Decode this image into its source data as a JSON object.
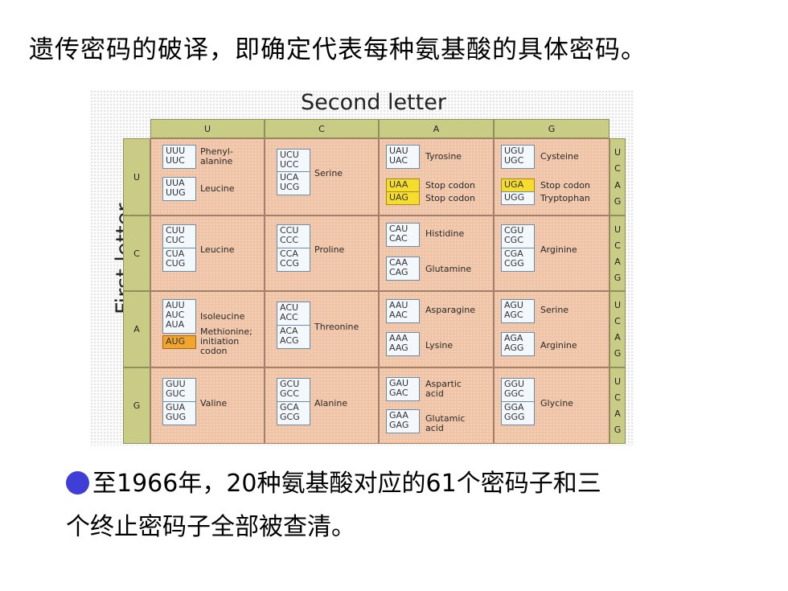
{
  "heading": "遗传密码的破译，即确定代表每种氨基酸的具体密码。",
  "table": {
    "second_letter_label": "Second letter",
    "first_letter_label": "First letter",
    "columns": [
      "U",
      "C",
      "A",
      "G"
    ],
    "rows": [
      "U",
      "C",
      "A",
      "G"
    ],
    "third": [
      "U",
      "C",
      "A",
      "G"
    ],
    "cells": {
      "uu": {
        "codons1": [
          "UUU",
          "UUC"
        ],
        "aa1": [
          "Phenyl-",
          "alanine"
        ],
        "codons2": [
          "UUA",
          "UUG"
        ],
        "aa2": [
          "Leucine"
        ]
      },
      "uc": {
        "codons1": [
          "UCU",
          "UCC"
        ],
        "codons2": [
          "UCA",
          "UCG"
        ],
        "aa": [
          "Serine"
        ]
      },
      "ua": {
        "codons1": [
          "UAU",
          "UAC"
        ],
        "aa1": [
          "Tyrosine"
        ],
        "stop1": "UAA",
        "aa_stop1": "Stop codon",
        "stop2": "UAG",
        "aa_stop2": "Stop codon"
      },
      "ug": {
        "codons1": [
          "UGU",
          "UGC"
        ],
        "aa1": [
          "Cysteine"
        ],
        "stop": "UGA",
        "aa_stop": "Stop codon",
        "trp": "UGG",
        "aa_trp": "Tryptophan"
      },
      "cu": {
        "codons1": [
          "CUU",
          "CUC"
        ],
        "codons2": [
          "CUA",
          "CUG"
        ],
        "aa": [
          "Leucine"
        ]
      },
      "cc": {
        "codons1": [
          "CCU",
          "CCC"
        ],
        "codons2": [
          "CCA",
          "CCG"
        ],
        "aa": [
          "Proline"
        ]
      },
      "ca": {
        "codons1": [
          "CAU",
          "CAC"
        ],
        "aa1": [
          "Histidine"
        ],
        "codons2": [
          "CAA",
          "CAG"
        ],
        "aa2": [
          "Glutamine"
        ]
      },
      "cg": {
        "codons1": [
          "CGU",
          "CGC"
        ],
        "codons2": [
          "CGA",
          "CGG"
        ],
        "aa": [
          "Arginine"
        ]
      },
      "au": {
        "codons1": [
          "AUU",
          "AUC",
          "AUA"
        ],
        "aa1": [
          "Isoleucine"
        ],
        "aa_met": [
          "Methionine;",
          "initiation",
          "codon"
        ],
        "start": "AUG"
      },
      "ac": {
        "codons1": [
          "ACU",
          "ACC"
        ],
        "codons2": [
          "ACA",
          "ACG"
        ],
        "aa": [
          "Threonine"
        ]
      },
      "aa": {
        "codons1": [
          "AAU",
          "AAC"
        ],
        "aa1": [
          "Asparagine"
        ],
        "codons2": [
          "AAA",
          "AAG"
        ],
        "aa2": [
          "Lysine"
        ]
      },
      "ag": {
        "codons1": [
          "AGU",
          "AGC"
        ],
        "aa1": [
          "Serine"
        ],
        "codons2": [
          "AGA",
          "AGG"
        ],
        "aa2": [
          "Arginine"
        ]
      },
      "gu": {
        "codons1": [
          "GUU",
          "GUC"
        ],
        "codons2": [
          "GUA",
          "GUG"
        ],
        "aa": [
          "Valine"
        ]
      },
      "gc": {
        "codons1": [
          "GCU",
          "GCC"
        ],
        "codons2": [
          "GCA",
          "GCG"
        ],
        "aa": [
          "Alanine"
        ]
      },
      "ga": {
        "codons1": [
          "GAU",
          "GAC"
        ],
        "aa1": [
          "Aspartic",
          "acid"
        ],
        "codons2": [
          "GAA",
          "GAG"
        ],
        "aa2": [
          "Glutamic",
          "acid"
        ]
      },
      "gg": {
        "codons1": [
          "GGU",
          "GGC"
        ],
        "codons2": [
          "GGA",
          "GGG"
        ],
        "aa": [
          "Glycine"
        ]
      }
    }
  },
  "caption": {
    "line1": "至1966年，20种氨基酸对应的61个密码子和三",
    "line2": "个终止密码子全部被查清。"
  },
  "colors": {
    "header": "#c9cc85",
    "cell": "#efc3a6",
    "codon_box": "#f3f8fc",
    "stop_codon": "#f6dc2c",
    "start_codon": "#f1a52c",
    "bullet": "#3f3fd8"
  }
}
